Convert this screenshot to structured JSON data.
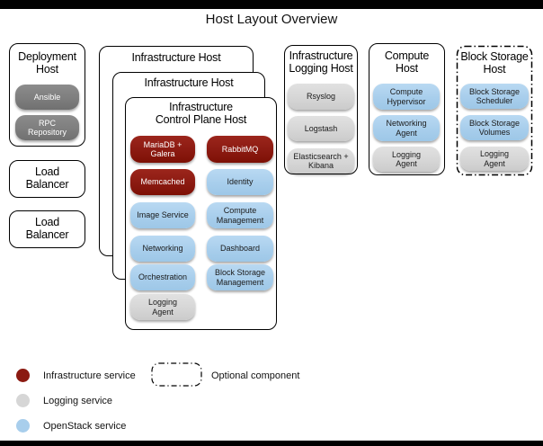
{
  "page_title": "Host Layout Overview",
  "colors": {
    "infrastructure_service": "#8b1a11",
    "logging_service": "#d6d6d6",
    "openstack_service": "#a8ceec",
    "deployment_tool": "#7e7e7e",
    "letterbox_bar": "#000000"
  },
  "hosts": {
    "deployment": {
      "title": "Deployment Host",
      "title_lines": [
        "Deployment",
        "Host"
      ],
      "services": [
        {
          "label": "Ansible",
          "lines": [
            "Ansible"
          ],
          "type": "deployment"
        },
        {
          "label": "RPC Repository",
          "lines": [
            "RPC",
            "Repository"
          ],
          "type": "deployment"
        }
      ]
    },
    "load_balancer_1": {
      "title": "Load Balancer",
      "title_lines": [
        "Load",
        "Balancer"
      ]
    },
    "load_balancer_2": {
      "title": "Load Balancer",
      "title_lines": [
        "Load",
        "Balancer"
      ]
    },
    "infrastructure_outer": {
      "title": "Infrastructure Host"
    },
    "infrastructure_middle": {
      "title": "Infrastructure Host"
    },
    "control_plane": {
      "title": "Infrastructure Control Plane Host",
      "title_lines": [
        "Infrastructure",
        "Control Plane Host"
      ],
      "column1": [
        {
          "label": "MariaDB + Galera",
          "lines": [
            "MariaDB +",
            "Galera"
          ],
          "type": "infrastructure"
        },
        {
          "label": "Memcached",
          "lines": [
            "Memcached"
          ],
          "type": "infrastructure"
        },
        {
          "label": "Image Service",
          "lines": [
            "Image Service"
          ],
          "type": "openstack"
        },
        {
          "label": "Networking",
          "lines": [
            "Networking"
          ],
          "type": "openstack"
        },
        {
          "label": "Orchestration",
          "lines": [
            "Orchestration"
          ],
          "type": "openstack"
        },
        {
          "label": "Logging Agent",
          "lines": [
            "Logging",
            "Agent"
          ],
          "type": "logging"
        }
      ],
      "column2": [
        {
          "label": "RabbitMQ",
          "lines": [
            "RabbitMQ"
          ],
          "type": "infrastructure"
        },
        {
          "label": "Identity",
          "lines": [
            "Identity"
          ],
          "type": "openstack"
        },
        {
          "label": "Compute Management",
          "lines": [
            "Compute",
            "Management"
          ],
          "type": "openstack"
        },
        {
          "label": "Dashboard",
          "lines": [
            "Dashboard"
          ],
          "type": "openstack"
        },
        {
          "label": "Block Storage Management",
          "lines": [
            "Block Storage",
            "Management"
          ],
          "type": "openstack"
        }
      ]
    },
    "logging": {
      "title": "Infrastructure Logging Host",
      "title_lines": [
        "Infrastructure",
        "Logging Host"
      ],
      "services": [
        {
          "label": "Rsyslog",
          "lines": [
            "Rsyslog"
          ],
          "type": "logging"
        },
        {
          "label": "Logstash",
          "lines": [
            "Logstash"
          ],
          "type": "logging"
        },
        {
          "label": "Elasticsearch + Kibana",
          "lines": [
            "Elasticsearch +",
            "Kibana"
          ],
          "type": "logging"
        }
      ]
    },
    "compute": {
      "title": "Compute Host",
      "title_lines": [
        "Compute",
        "Host"
      ],
      "services": [
        {
          "label": "Compute Hypervisor",
          "lines": [
            "Compute",
            "Hypervisor"
          ],
          "type": "openstack"
        },
        {
          "label": "Networking Agent",
          "lines": [
            "Networking",
            "Agent"
          ],
          "type": "openstack"
        },
        {
          "label": "Logging Agent",
          "lines": [
            "Logging",
            "Agent"
          ],
          "type": "logging"
        }
      ]
    },
    "block_storage": {
      "title": "Block Storage Host",
      "title_lines": [
        "Block Storage",
        "Host"
      ],
      "optional": true,
      "services": [
        {
          "label": "Block Storage Scheduler",
          "lines": [
            "Block Storage",
            "Scheduler"
          ],
          "type": "openstack"
        },
        {
          "label": "Block Storage Volumes",
          "lines": [
            "Block Storage",
            "Volumes"
          ],
          "type": "openstack"
        },
        {
          "label": "Logging Agent",
          "lines": [
            "Logging",
            "Agent"
          ],
          "type": "logging"
        }
      ]
    }
  },
  "legend": {
    "items": [
      {
        "label": "Infrastructure service",
        "color": "#8b1a11",
        "type": "infrastructure"
      },
      {
        "label": "Logging service",
        "color": "#d6d6d6",
        "type": "logging"
      },
      {
        "label": "OpenStack service",
        "color": "#a8ceec",
        "type": "openstack"
      }
    ],
    "optional": {
      "label": "Optional component"
    }
  }
}
